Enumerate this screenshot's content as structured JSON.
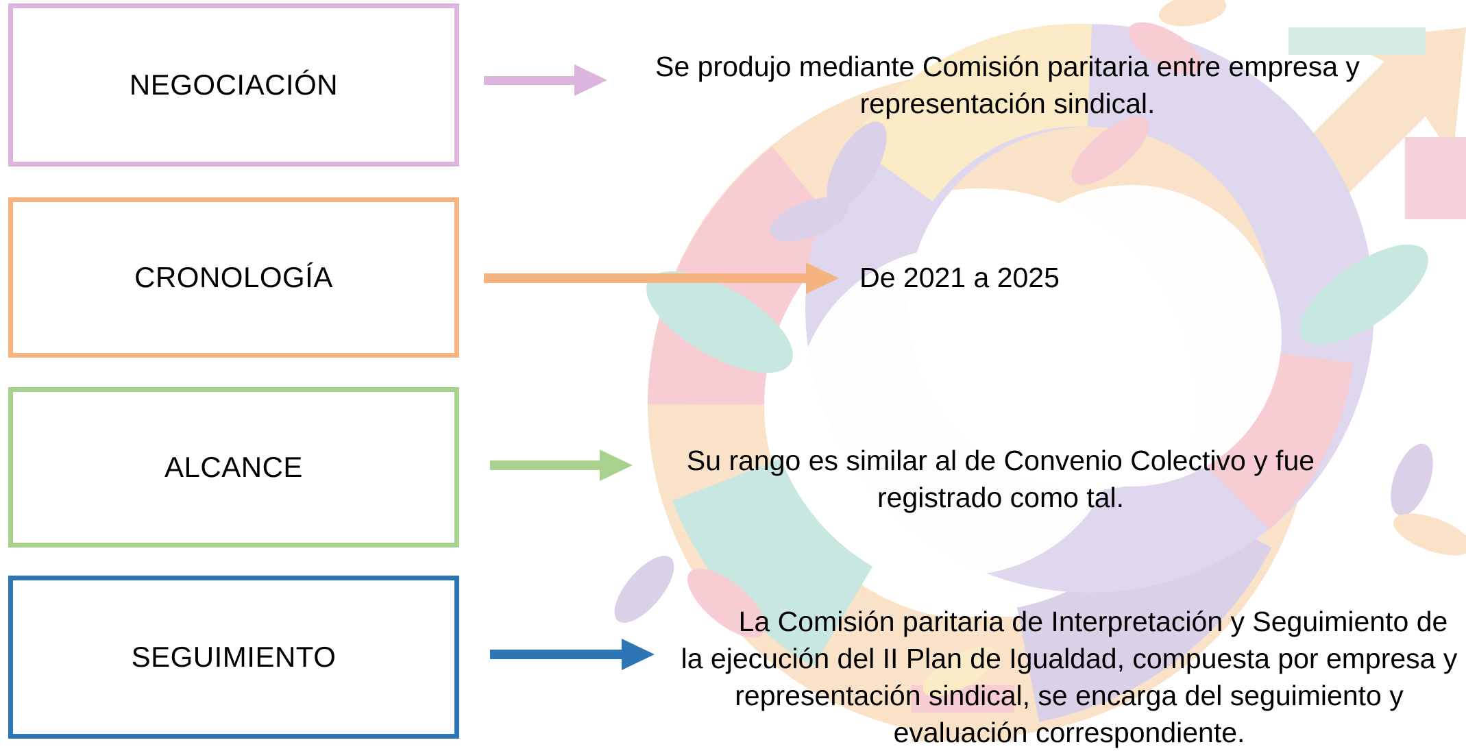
{
  "rows": [
    {
      "key": "negociacion",
      "label": "NEGOCIACIÓN",
      "color": "#dcb5df",
      "description": "Se produjo  mediante Comisión paritaria entre empresa y representación sindical."
    },
    {
      "key": "cronologia",
      "label": "CRONOLOGÍA",
      "color": "#f5b47f",
      "description": "De 2021 a 2025"
    },
    {
      "key": "alcance",
      "label": "ALCANCE",
      "color": "#a9d18e",
      "description": "Su rango es similar al de Convenio Colectivo y fue registrado como tal."
    },
    {
      "key": "seguimiento",
      "label": "SEGUIMIENTO",
      "color": "#2e75b6",
      "description": "La Comisión paritaria de Interpretación y Seguimiento de la ejecución del II Plan de Igualdad, compuesta por empresa y representación sindical, se encarga del seguimiento y evaluación correspondiente."
    }
  ],
  "background": {
    "icon": "equality-gender-symbol-with-leaves-watermark"
  }
}
